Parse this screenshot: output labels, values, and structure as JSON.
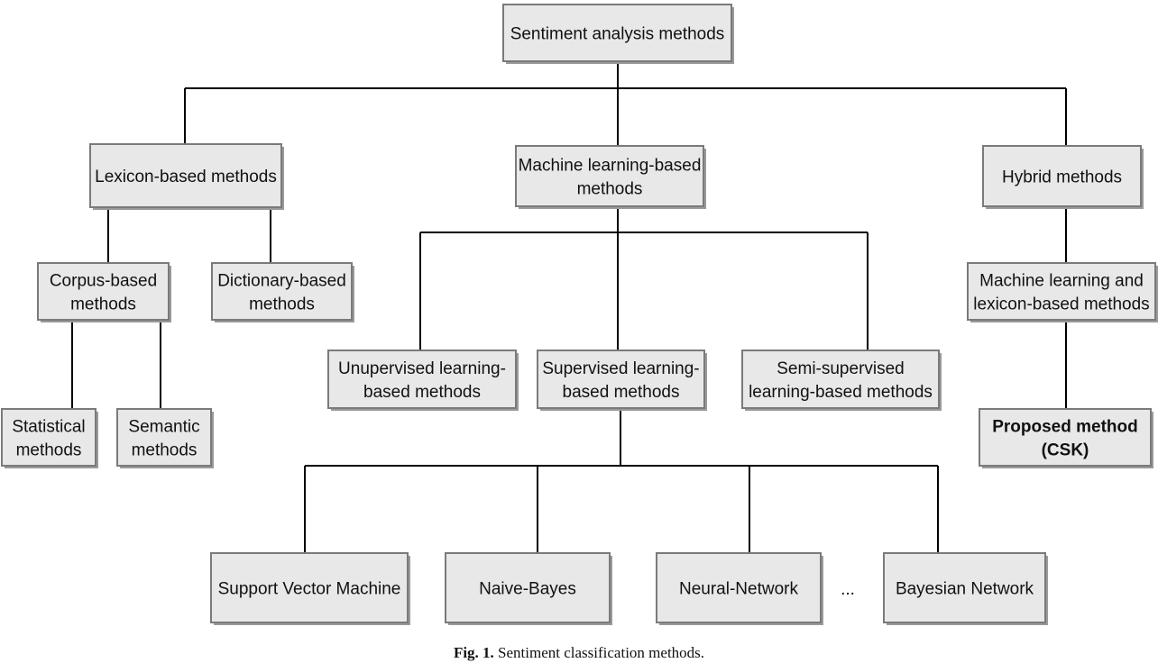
{
  "nodes": {
    "root": [
      "Sentiment analysis methods"
    ],
    "lexicon": [
      "Lexicon-based methods"
    ],
    "ml": [
      "Machine learning-based",
      "methods"
    ],
    "hybrid": [
      "Hybrid methods"
    ],
    "corpus": [
      "Corpus-based",
      "methods"
    ],
    "dictionary": [
      "Dictionary-based",
      "methods"
    ],
    "statistical": [
      "Statistical",
      "methods"
    ],
    "semantic": [
      "Semantic",
      "methods"
    ],
    "unsupervised": [
      "Unupervised learning-",
      "based methods"
    ],
    "supervised": [
      "Supervised learning-",
      "based methods"
    ],
    "semisupervised": [
      "Semi-supervised",
      "learning-based methods"
    ],
    "ml_lexicon": [
      "Machine learning and",
      "lexicon-based methods"
    ],
    "proposed": [
      "Proposed method",
      "(CSK)"
    ],
    "svm": [
      "Support Vector Machine"
    ],
    "naive_bayes": [
      "Naive-Bayes"
    ],
    "neural_network": [
      "Neural-Network"
    ],
    "bayesian_network": [
      "Bayesian Network"
    ]
  },
  "ellipsis": "...",
  "caption": {
    "label": "Fig. 1.",
    "text": "Sentiment classification methods."
  }
}
